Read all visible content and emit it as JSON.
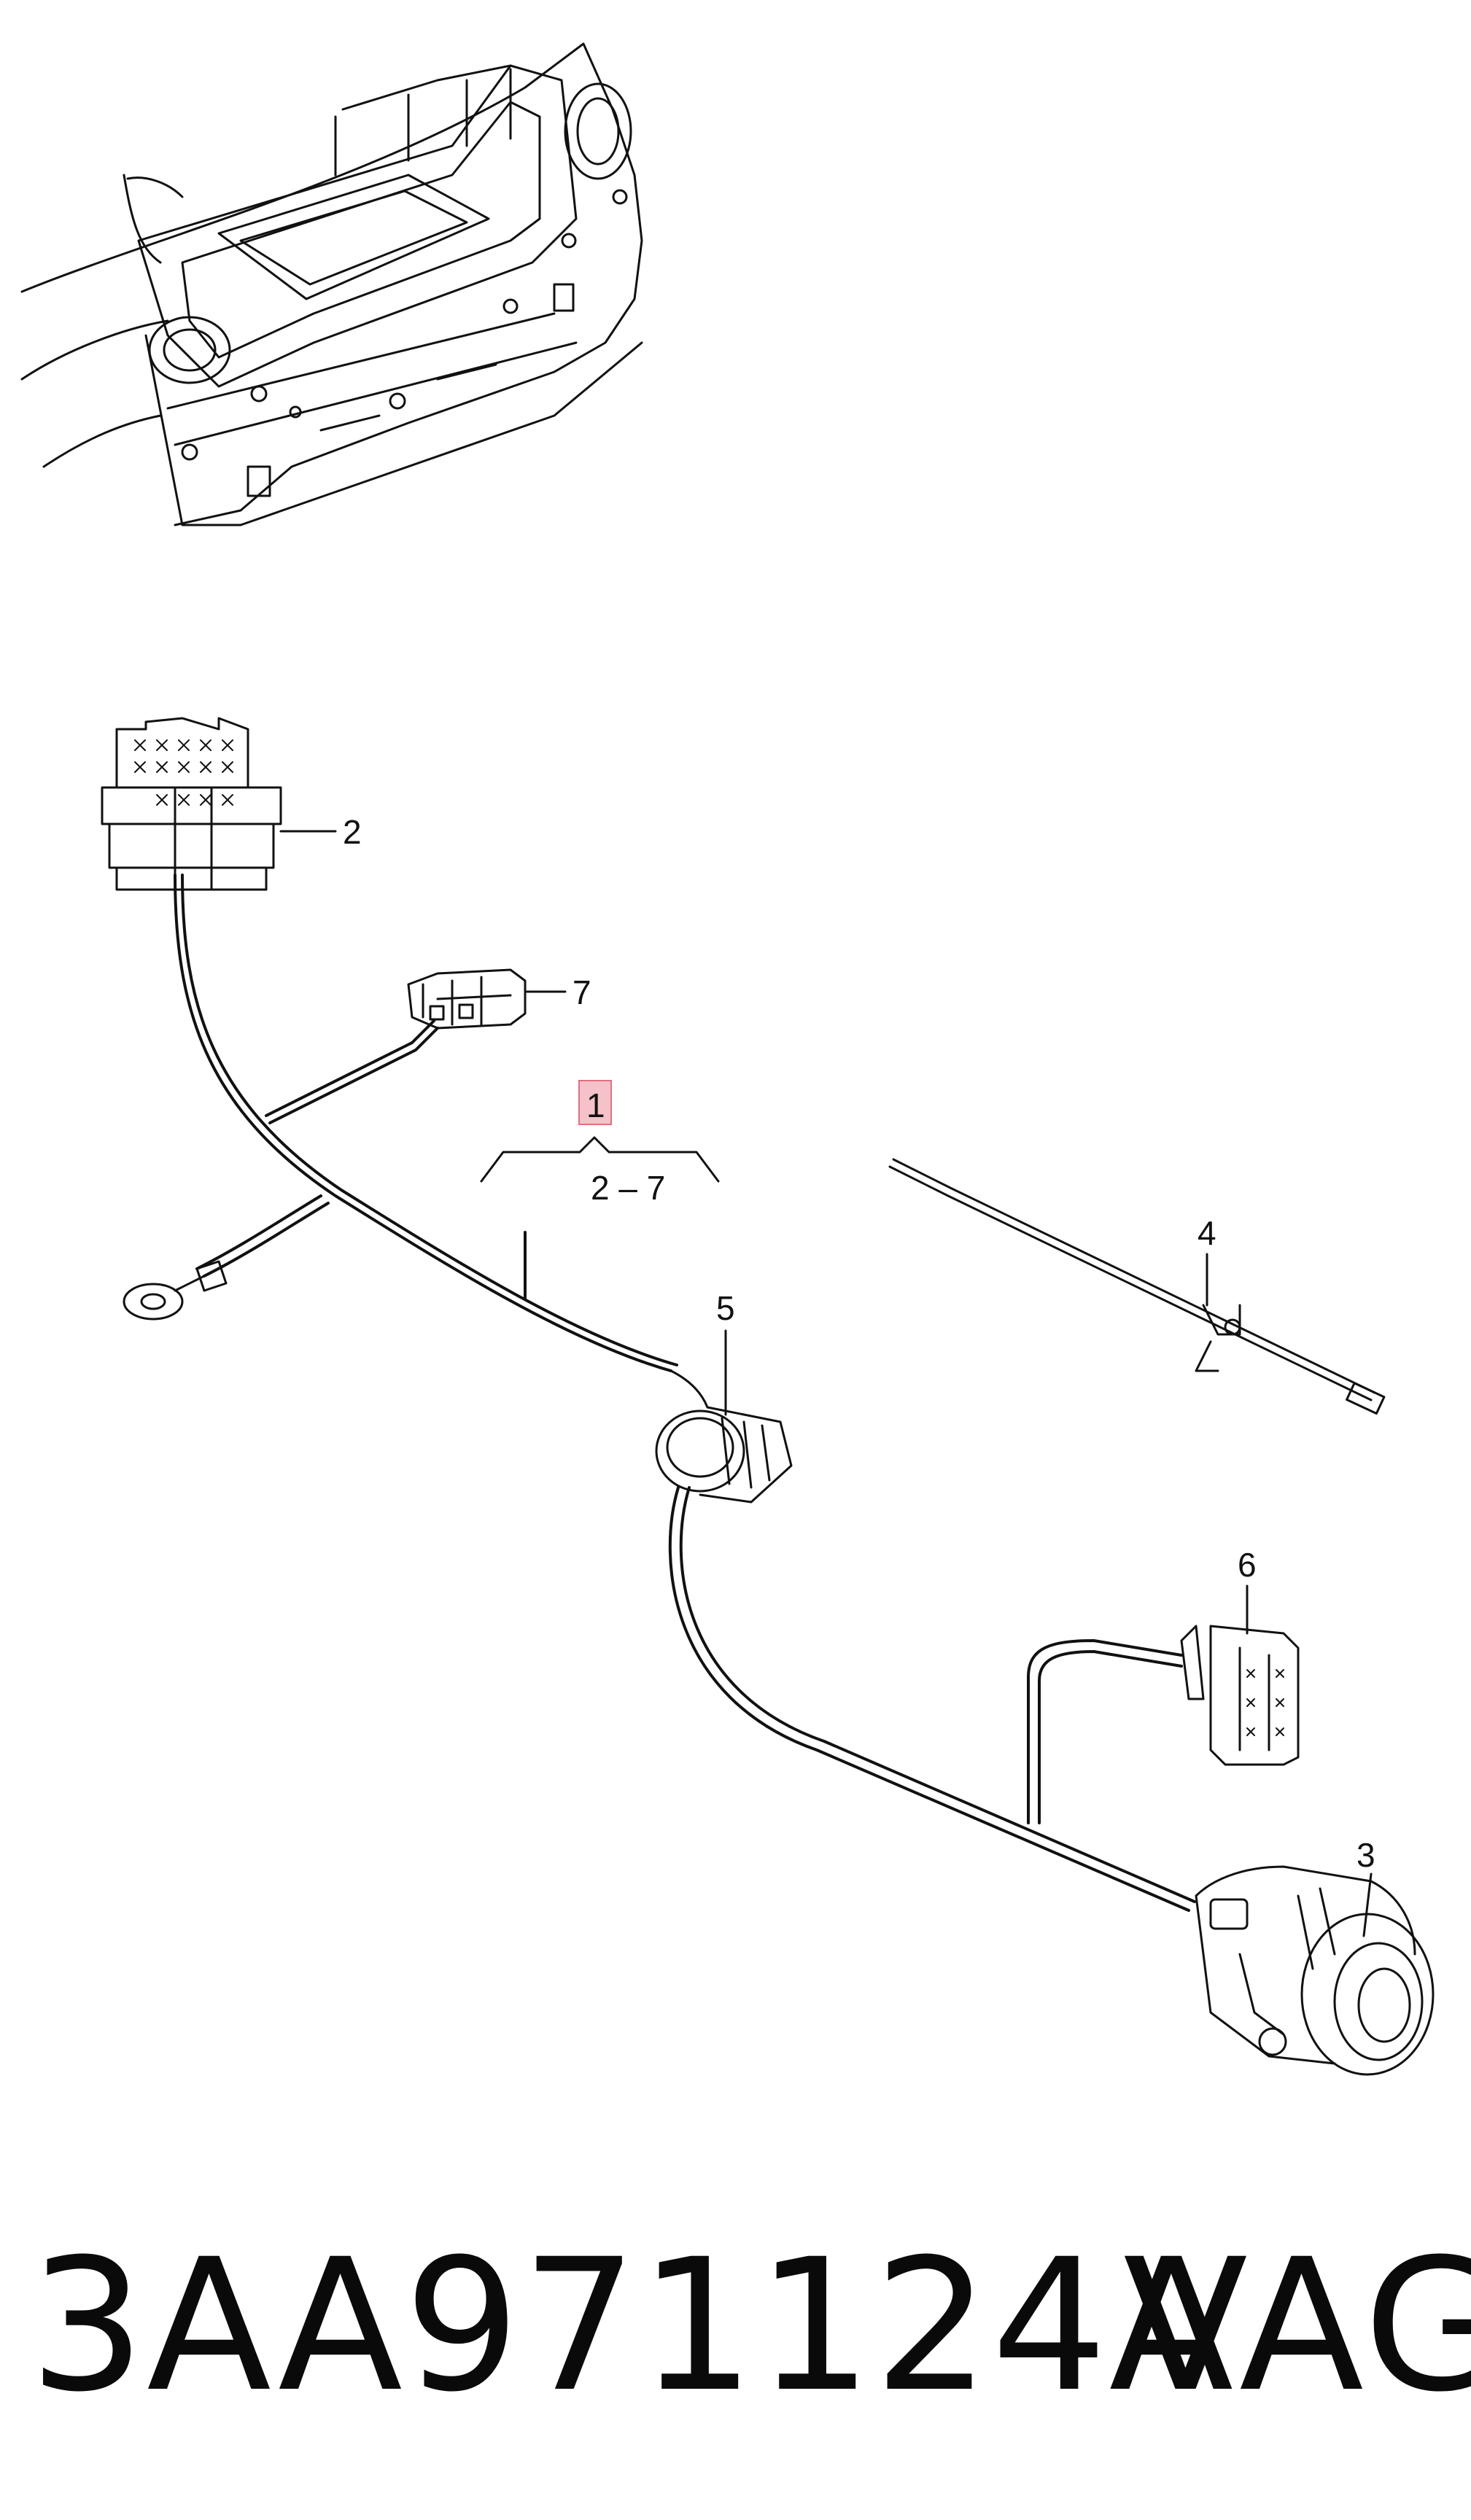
{
  "diagram": {
    "callouts": {
      "c1": "1",
      "c1_range": "2 – 7",
      "c2": "2",
      "c3": "3",
      "c4": "4",
      "c5": "5",
      "c6": "6",
      "c7": "7"
    },
    "highlight_color": "#f4c2c8",
    "highlight_border": "#e0707e",
    "line_color": "#111111"
  },
  "footer": {
    "part_number": "3AA971124A",
    "brand": "VAG"
  }
}
